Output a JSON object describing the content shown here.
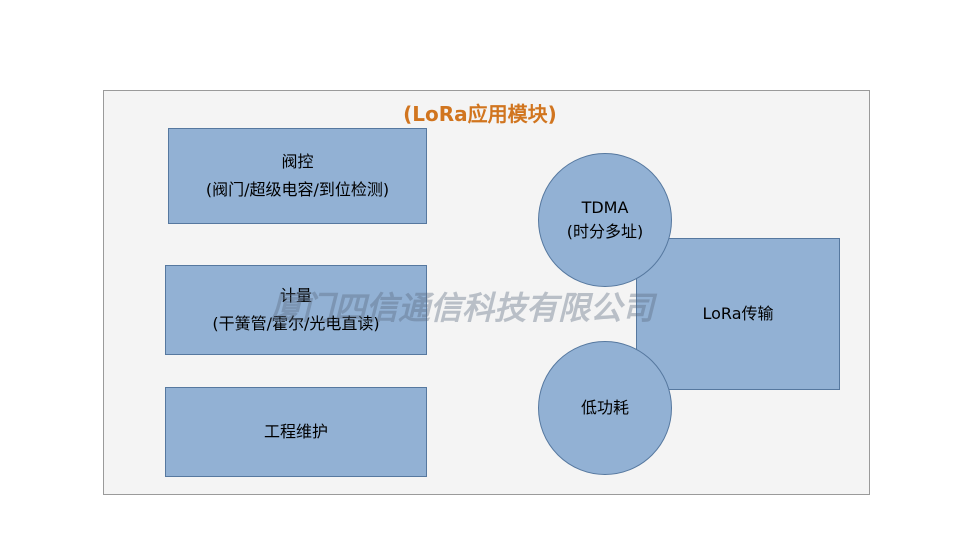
{
  "diagram": {
    "title": "(LoRa应用模块)",
    "modules": {
      "valve": {
        "line1": "阀控",
        "line2": "(阀门/超级电容/到位检测)"
      },
      "metering": {
        "line1": "计量",
        "line2": "(干簧管/霍尔/光电直读)"
      },
      "maintenance": {
        "line1": "工程维护"
      }
    },
    "features": {
      "tdma": {
        "line1": "TDMA",
        "line2": "(时分多址)"
      },
      "low_power": {
        "line1": "低功耗"
      }
    },
    "transmission": {
      "label": "LoRa传输"
    },
    "watermark": "厦门四信通信科技有限公司"
  },
  "colors": {
    "box_fill": "#92b1d4",
    "box_border": "#56789f",
    "title": "#d1751f",
    "frame_bg": "#f4f4f4"
  }
}
